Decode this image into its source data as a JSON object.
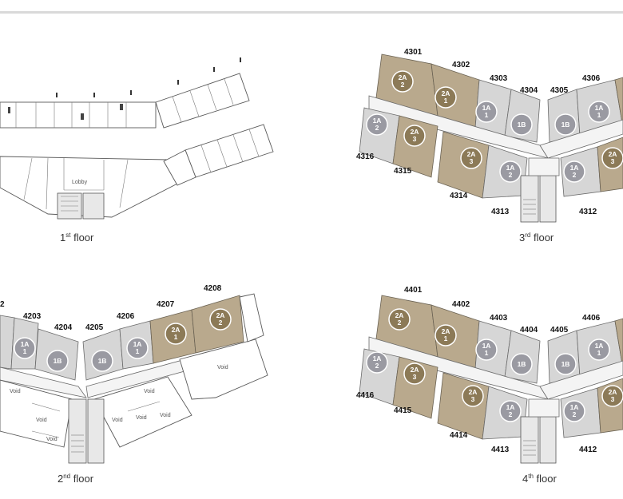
{
  "floors": [
    {
      "id": "floor1",
      "num": "1",
      "suffix": "st",
      "word": " floor",
      "lobby": "Lobby"
    },
    {
      "id": "floor2",
      "num": "2",
      "suffix": "nd",
      "word": " floor",
      "void": "Void",
      "units": [
        "2",
        "4203",
        "4204",
        "4205",
        "4206",
        "4207",
        "4208"
      ],
      "badges": [
        {
          "type": "1A",
          "sub": "1"
        },
        {
          "type": "1B",
          "sub": ""
        },
        {
          "type": "1B",
          "sub": ""
        },
        {
          "type": "1A",
          "sub": "1"
        },
        {
          "type": "2A",
          "sub": "1"
        },
        {
          "type": "2A",
          "sub": "2"
        }
      ]
    },
    {
      "id": "floor3",
      "num": "3",
      "suffix": "rd",
      "word": " floor",
      "units": [
        "4301",
        "4302",
        "4303",
        "4304",
        "4305",
        "4306",
        "4316",
        "4315",
        "4314",
        "4313",
        "4312"
      ],
      "badges": [
        {
          "type": "2A",
          "sub": "2"
        },
        {
          "type": "2A",
          "sub": "1"
        },
        {
          "type": "1A",
          "sub": "1"
        },
        {
          "type": "1B",
          "sub": ""
        },
        {
          "type": "1B",
          "sub": ""
        },
        {
          "type": "1A",
          "sub": "1"
        },
        {
          "type": "1A",
          "sub": "2"
        },
        {
          "type": "2A",
          "sub": "3"
        },
        {
          "type": "2A",
          "sub": "3"
        },
        {
          "type": "1A",
          "sub": "2"
        },
        {
          "type": "1A",
          "sub": "2"
        },
        {
          "type": "2A",
          "sub": "3"
        }
      ]
    },
    {
      "id": "floor4",
      "num": "4",
      "suffix": "th",
      "word": " floor",
      "units": [
        "4401",
        "4402",
        "4403",
        "4404",
        "4405",
        "4406",
        "4416",
        "4415",
        "4414",
        "4413",
        "4412"
      ],
      "badges": [
        {
          "type": "2A",
          "sub": "2"
        },
        {
          "type": "2A",
          "sub": "1"
        },
        {
          "type": "1A",
          "sub": "1"
        },
        {
          "type": "1B",
          "sub": ""
        },
        {
          "type": "1B",
          "sub": ""
        },
        {
          "type": "1A",
          "sub": "1"
        },
        {
          "type": "1A",
          "sub": "2"
        },
        {
          "type": "2A",
          "sub": "3"
        },
        {
          "type": "2A",
          "sub": "3"
        },
        {
          "type": "1A",
          "sub": "2"
        },
        {
          "type": "1A",
          "sub": "2"
        },
        {
          "type": "2A",
          "sub": "3"
        }
      ]
    }
  ],
  "colors": {
    "grey_unit": "#d6d6d6",
    "tan_unit": "#b9a98d",
    "grey_badge": "#9a9aa2",
    "tan_badge": "#8c7a57"
  }
}
